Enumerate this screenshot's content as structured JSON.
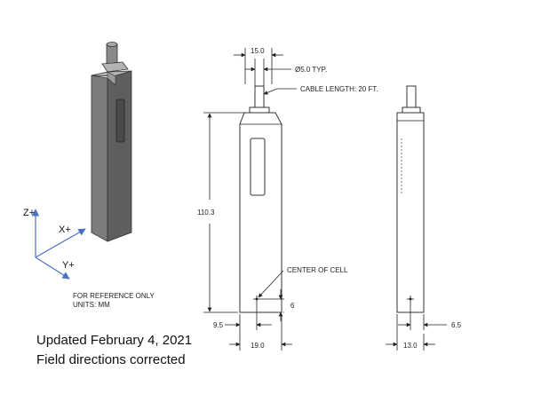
{
  "dimensions": {
    "top_width": "15.0",
    "cable_diameter": "Ø5.0 TYP.",
    "cable_length": "CABLE LENGTH: 20 FT.",
    "height": "110.3",
    "center_label": "CENTER OF CELL",
    "center_height": "6",
    "center_offset_x": "9.5",
    "front_width": "19.0",
    "side_width": "13.0",
    "side_offset": "6.5"
  },
  "axes": {
    "z": "Z+",
    "x": "X+",
    "y": "Y+"
  },
  "notes": {
    "reference": "FOR REFERENCE ONLY",
    "units": "UNITS: MM"
  },
  "caption": {
    "line1": "Updated February 4, 2021",
    "line2": "Field directions corrected"
  },
  "colors": {
    "axis_blue": "#4a72c4",
    "sensor_front": "#7d7d7d",
    "sensor_side": "#5e5e5e",
    "sensor_top": "#b3b3b3"
  }
}
